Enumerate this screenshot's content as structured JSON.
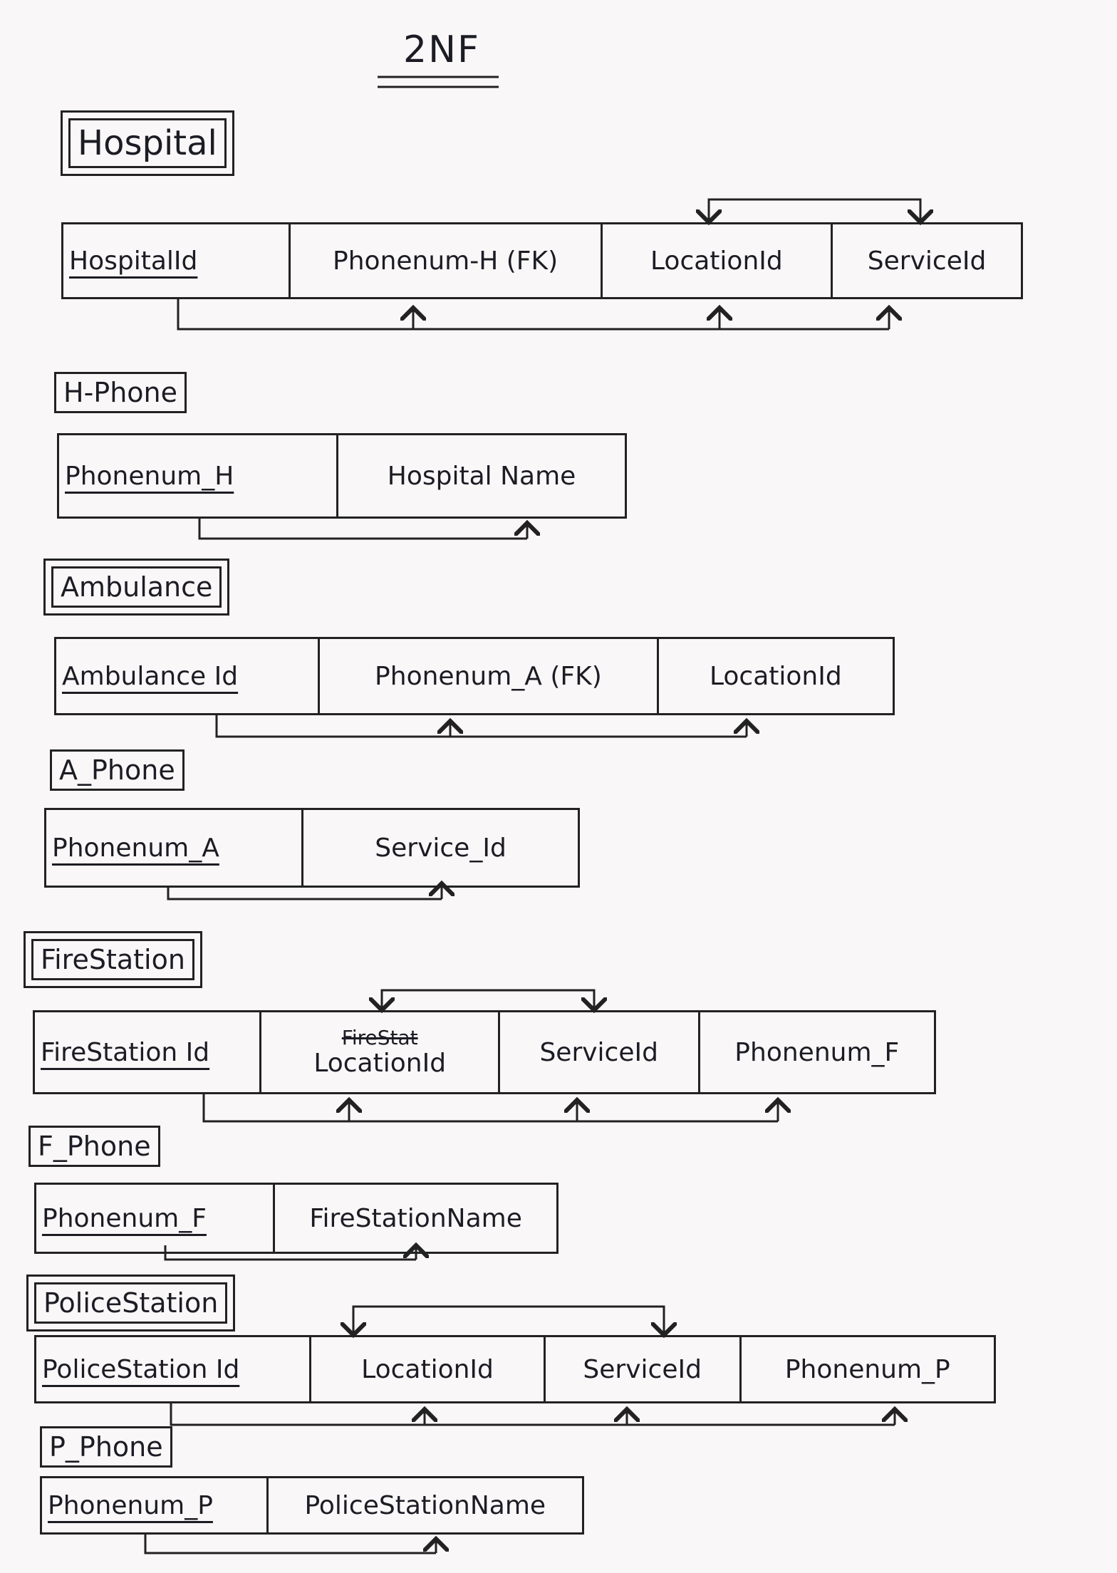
{
  "title": "2NF",
  "hospital": {
    "label": "Hospital",
    "cells": [
      "HospitalId",
      "Phonenum-H (FK)",
      "LocationId",
      "ServiceId"
    ]
  },
  "h_phone": {
    "label": "H-Phone",
    "cells": [
      "Phonenum_H",
      "Hospital Name"
    ]
  },
  "ambulance": {
    "label": "Ambulance",
    "cells": [
      "Ambulance Id",
      "Phonenum_A (FK)",
      "LocationId"
    ]
  },
  "a_phone": {
    "label": "A_Phone",
    "cells": [
      "Phonenum_A",
      "Service_Id"
    ]
  },
  "firestation": {
    "label": "FireStation",
    "cells": [
      "FireStation Id",
      "LocationId",
      "ServiceId",
      "Phonenum_F"
    ],
    "struck_text": "FireStat"
  },
  "f_phone": {
    "label": "F_Phone",
    "cells": [
      "Phonenum_F",
      "FireStationName"
    ]
  },
  "policestation": {
    "label": "PoliceStation",
    "cells": [
      "PoliceStation Id",
      "LocationId",
      "ServiceId",
      "Phonenum_P"
    ]
  },
  "p_phone": {
    "label": "P_Phone",
    "cells": [
      "Phonenum_P",
      "PoliceStationName"
    ]
  }
}
